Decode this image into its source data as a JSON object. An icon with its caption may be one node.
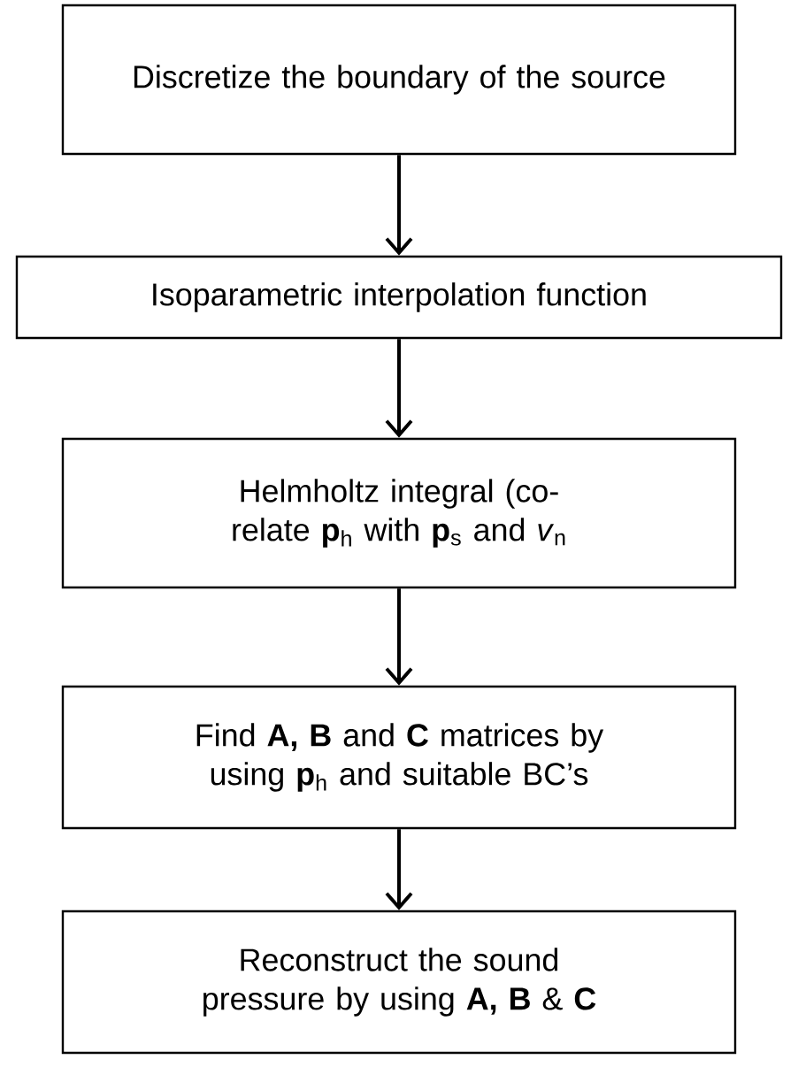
{
  "diagram": {
    "nodes": [
      {
        "text": [
          "Discretize the boundary of the source"
        ]
      },
      {
        "text": [
          "Isoparametric interpolation function"
        ]
      },
      {
        "text": [
          "Helmholtz integral (co-relate **p**$_{h}$ with **p**$_{s}$ and *v*$_{n}$"
        ]
      },
      {
        "text": [
          "Find **A, B** and **C** matrices by using **p**$_{h}$ and suitable BC’s"
        ]
      },
      {
        "text": [
          "Reconstruct the sound pressure by using **A, B** & **C**"
        ]
      }
    ],
    "edges": [
      {
        "from": 0,
        "to": 1,
        "arrow": "to"
      },
      {
        "from": 1,
        "to": 2,
        "arrow": "to"
      },
      {
        "from": 2,
        "to": 3,
        "arrow": "to"
      },
      {
        "from": 3,
        "to": 4,
        "arrow": "to"
      }
    ]
  }
}
